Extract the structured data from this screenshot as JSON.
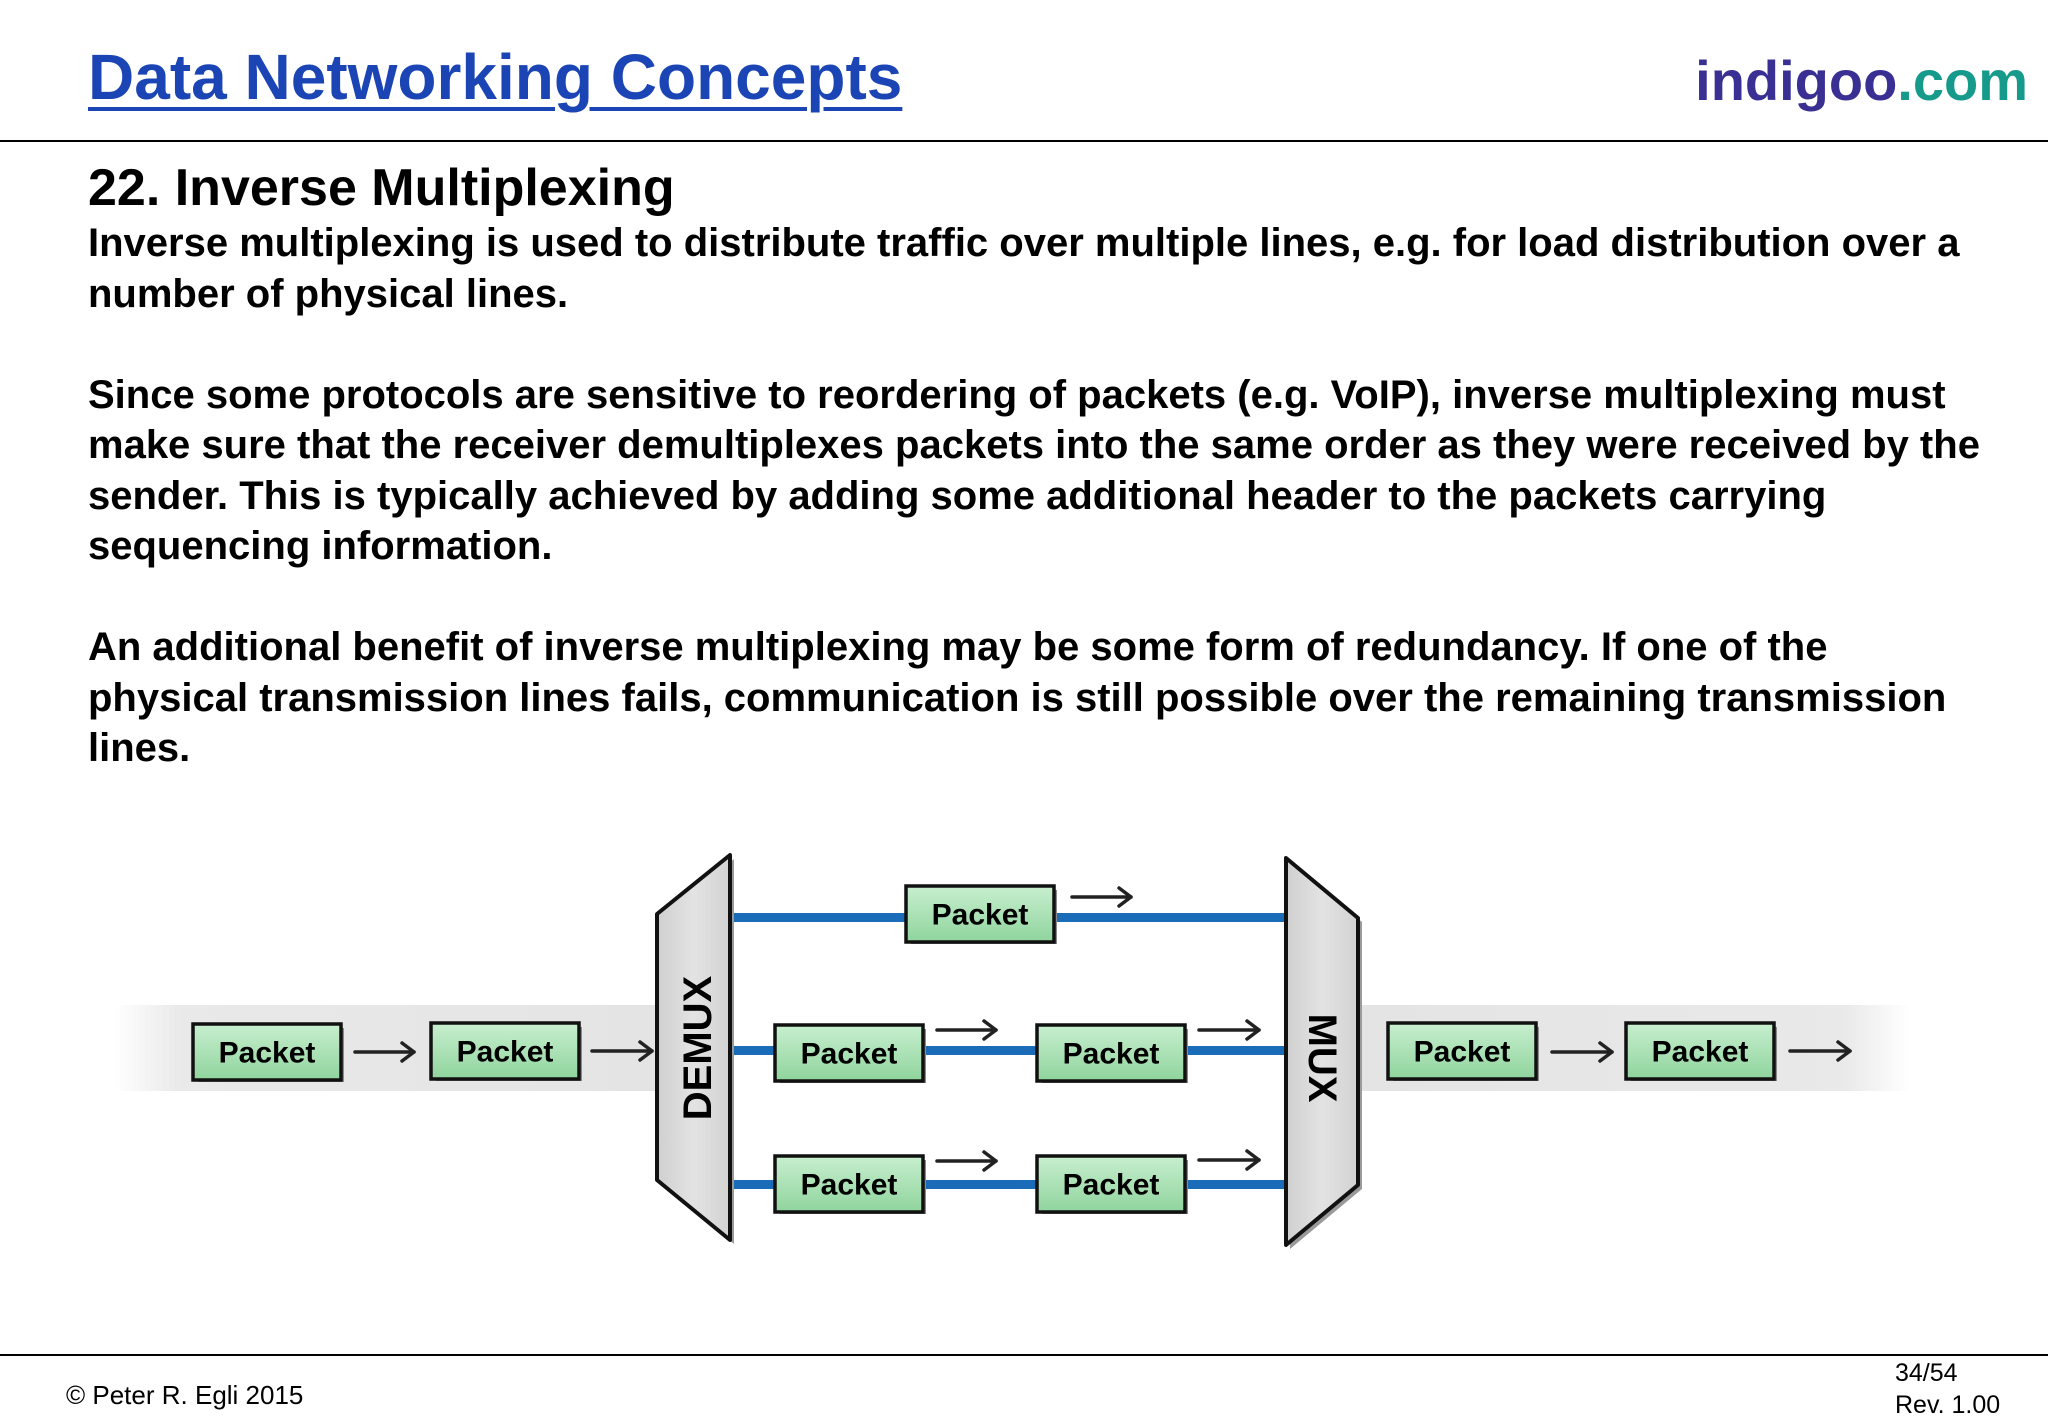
{
  "header": {
    "course_title": "Data Networking Concepts",
    "brand_part1": "indigoo",
    "brand_part2": ".com"
  },
  "slide": {
    "title": "22. Inverse Multiplexing",
    "paragraphs": [
      "Inverse multiplexing is used to distribute traffic over multiple lines, e.g. for load distribution over a number of physical lines.",
      "Since some protocols are sensitive to reordering of packets (e.g. VoIP), inverse multiplexing must make sure that the receiver demultiplexes packets into the same order as they were received by the sender. This is typically achieved by adding some additional header to the packets carrying sequencing information.",
      "An additional benefit of inverse multiplexing may be some form of redundancy. If one of the physical transmission lines fails, communication is still possible over the remaining transmission lines."
    ]
  },
  "diagram": {
    "packet_label": "Packet",
    "demux_label": "DEMUX",
    "mux_label": "MUX",
    "colors": {
      "packet_fill_top": "#c8efcf",
      "packet_fill_bottom": "#8fd49d",
      "line": "#1a6bb8",
      "device": "#d9d9d9"
    }
  },
  "footer": {
    "copyright": "© Peter R. Egli 2015",
    "page": "34/54",
    "revision": "Rev. 1.00"
  }
}
